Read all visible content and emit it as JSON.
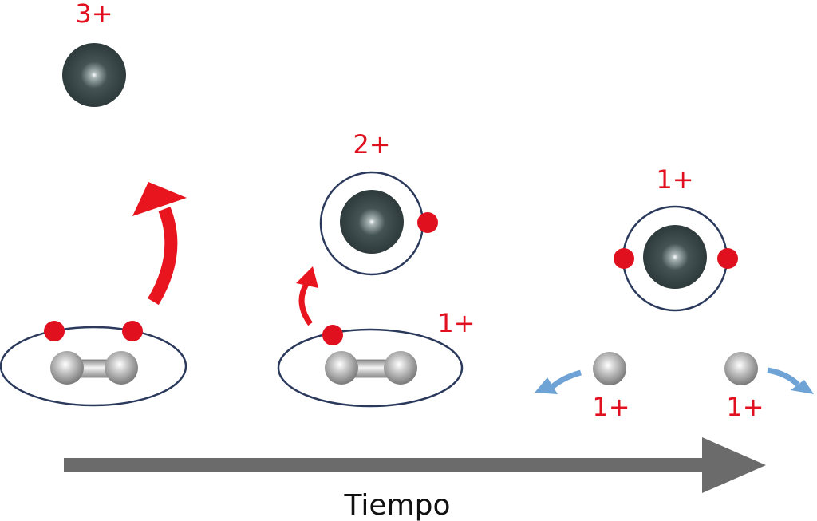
{
  "colors": {
    "charge_text": "#e0101e",
    "electron": "#e0101e",
    "capture_arrow": "#e8141e",
    "repulsion_arrow": "#6fa3d6",
    "orbit": "#2b3a5c",
    "heavy_ion": "#3b4849",
    "proton": "#a8a8a8",
    "time_arrow": "#6b6b6b",
    "axis_text": "#111111"
  },
  "stages": [
    {
      "ion_charge": "3+"
    },
    {
      "ion_charge": "2+",
      "molecule_charge": "1+"
    },
    {
      "ion_charge": "1+",
      "fragment_charges": [
        "1+",
        "1+"
      ]
    }
  ],
  "time_axis": {
    "label": "Tiempo"
  }
}
